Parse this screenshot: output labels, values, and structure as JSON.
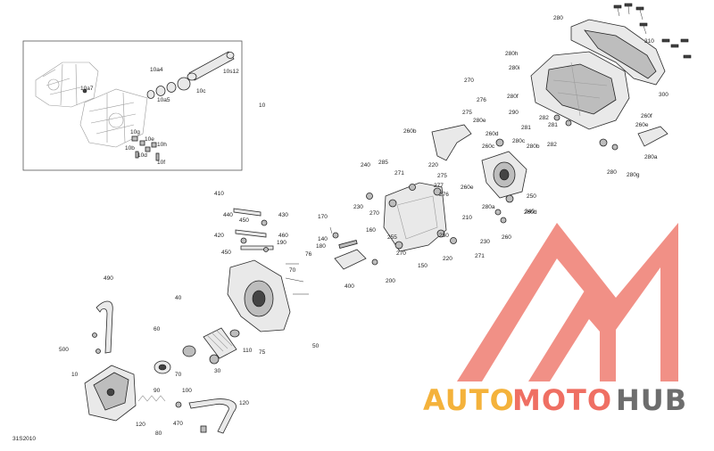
{
  "diagram": {
    "drawing_code": "31S2010",
    "watermark": {
      "brand_part1": "AUTO",
      "brand_part2": "MOTO",
      "brand_part3": "HUB",
      "colors": {
        "logo": "#f08a80",
        "auto": "#f4b23b",
        "moto": "#ef6f63",
        "hub": "#6d6d6d"
      }
    },
    "callouts": [
      "10a7",
      "10a4",
      "10a5",
      "10c",
      "10s12",
      "10",
      "10g",
      "10e",
      "10h",
      "10d",
      "10f",
      "10b",
      "280",
      "310",
      "300",
      "280h",
      "280i",
      "270",
      "276",
      "275",
      "290",
      "282",
      "280e",
      "280f",
      "281",
      "260b",
      "260c",
      "260d",
      "280c",
      "280a",
      "280b",
      "281",
      "282",
      "280",
      "280g",
      "280a",
      "260f",
      "260e",
      "260",
      "260d",
      "250",
      "240",
      "285",
      "271",
      "220",
      "230",
      "270",
      "275",
      "277",
      "276",
      "260e",
      "240",
      "210",
      "255",
      "250",
      "230",
      "220",
      "271",
      "270",
      "150",
      "170",
      "160",
      "180",
      "140",
      "200",
      "400",
      "410",
      "440",
      "430",
      "450",
      "420",
      "460",
      "450",
      "190",
      "76",
      "70",
      "75",
      "50",
      "40",
      "60",
      "30",
      "70",
      "110",
      "90",
      "100",
      "120",
      "80",
      "120",
      "470",
      "490",
      "500",
      "10"
    ]
  }
}
